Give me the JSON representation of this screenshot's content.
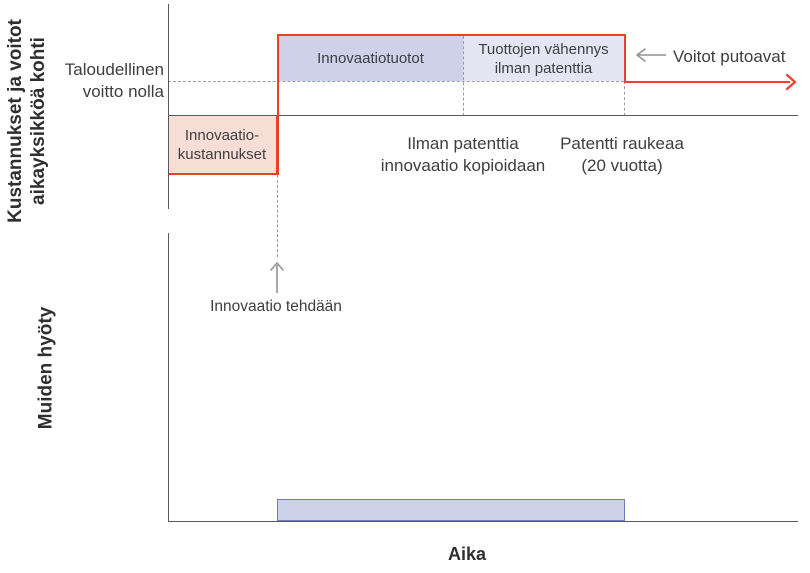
{
  "figure_type": "patent-economics-diagram",
  "colors": {
    "red_line": "#e8422a",
    "cost_fill": "#f6ded7",
    "rents_fill": "#cdd1e9",
    "reduction_fill": "#e4e6f4",
    "bar_fill": "#cdd1e9",
    "bar_border": "#6f7cb8",
    "axis_gray": "#595a5c",
    "dashed_gray": "#9b9c9e",
    "arrow_gray": "#909296",
    "text_dark": "#3d3e40"
  },
  "top_panel": {
    "y_axis_title_line1": "Kustannukset ja voitot",
    "y_axis_title_line2": "aikayksikköä kohti",
    "zero_profit_line1": "Taloudellinen",
    "zero_profit_line2": "voitto nolla",
    "cost_box_line1": "Innovaatio-",
    "cost_box_line2": "kustannukset",
    "rents_box_label": "Innovaatiotuotot",
    "reduction_box_line1": "Tuottojen vähennys",
    "reduction_box_line2": "ilman patenttia",
    "profits_fall_label": "Voitot putoavat",
    "copied_line1": "Ilman patenttia",
    "copied_line2": "innovaatio kopioidaan",
    "expiry_line1": "Patentti raukeaa",
    "expiry_line2": "(20 vuotta)"
  },
  "between": {
    "innovation_made_label": "Innovaatio tehdään"
  },
  "bottom_panel": {
    "y_axis_title": "Muiden hyöty",
    "x_axis_title": "Aika"
  },
  "chart_data": [
    {
      "type": "area",
      "panel": "top",
      "title": "",
      "ylabel": "Kustannukset ja voitot aikayksikköä kohti",
      "xlabel": "Aika",
      "xlim": [
        0,
        10
      ],
      "ylim": [
        -1.6,
        1.9
      ],
      "grid": false,
      "legend_position": "none",
      "key_events": {
        "innovaatio_tehdaan_x": 1.75,
        "ilman_patenttia_innovaatio_kopioidaan_x": 4.7,
        "patentti_raukeaa_20_vuotta_x": 7.25
      },
      "series": [
        {
          "name": "Kustannukset ja voitot (punainen askelviiva)",
          "color": "#e8422a",
          "step_x": [
            0,
            1.75,
            1.75,
            7.25,
            7.25,
            10
          ],
          "step_y": [
            -1.0,
            -1.0,
            1.36,
            1.36,
            0.58,
            0.58
          ]
        }
      ],
      "reference_lines": [
        {
          "label": "Taloudellinen voitto nolla",
          "y": 0.58,
          "style": "dashed",
          "x_range": [
            0,
            7.25
          ]
        }
      ],
      "regions": [
        {
          "label": "Innovaatio-kustannukset",
          "x_range": [
            0,
            1.75
          ],
          "y_range": [
            -1.0,
            0
          ],
          "fill": "#f6ded7"
        },
        {
          "label": "Innovaatiotuotot",
          "x_range": [
            1.75,
            4.7
          ],
          "y_range": [
            0.58,
            1.36
          ],
          "fill": "#cdd1e9"
        },
        {
          "label": "Tuottojen vähennys ilman patenttia",
          "x_range": [
            4.7,
            7.25
          ],
          "y_range": [
            0.58,
            1.36
          ],
          "fill": "#e4e6f4"
        }
      ],
      "annotations": [
        {
          "text": "Voitot putoavat",
          "x": 7.9,
          "y": 1.15,
          "arrow": "left"
        },
        {
          "text": "Ilman patenttia innovaatio kopioidaan",
          "x": 4.7,
          "y": -0.6
        },
        {
          "text": "Patentti raukeaa (20 vuotta)",
          "x": 7.25,
          "y": -0.6
        }
      ]
    },
    {
      "type": "area",
      "panel": "bottom",
      "title": "",
      "ylabel": "Muiden hyöty",
      "xlabel": "Aika",
      "xlim": [
        0,
        10
      ],
      "ylim": [
        0,
        1
      ],
      "grid": false,
      "legend_position": "none",
      "series": [
        {
          "name": "Muiden hyöty",
          "fill": "#cdd1e9",
          "border": "#6f7cb8",
          "step_x": [
            0,
            1.75,
            1.75,
            7.25,
            7.25,
            10
          ],
          "step_y": [
            0,
            0,
            0.08,
            0.08,
            0,
            0
          ]
        }
      ],
      "annotations": [
        {
          "text": "Innovaatio tehdään",
          "x": 1.75,
          "arrow": "up"
        }
      ]
    }
  ]
}
